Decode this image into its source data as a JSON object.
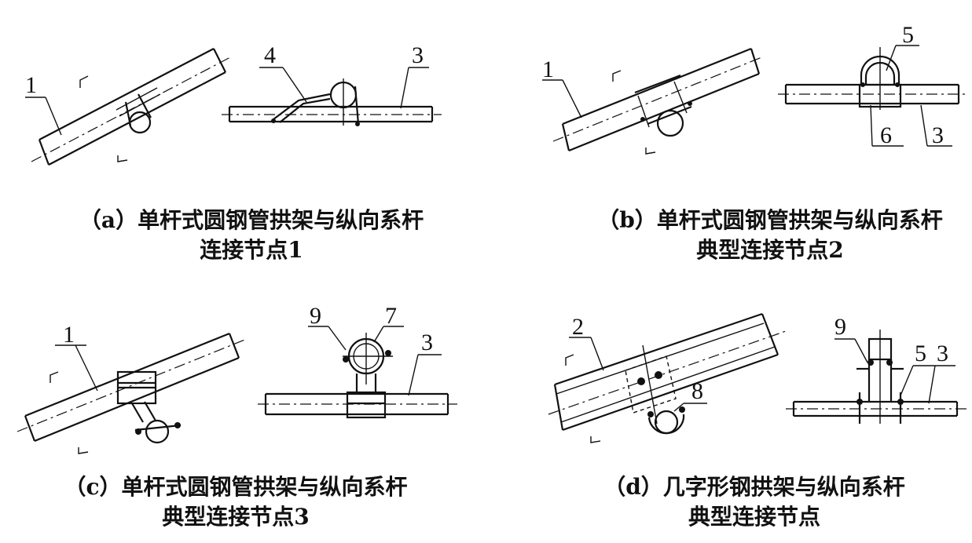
{
  "panels": [
    {
      "id": "a",
      "caption_line1": "（a）单杆式圆钢管拱架与纵向系杆",
      "caption_line2": "连接节点1",
      "labels": [
        "1",
        "4",
        "3"
      ]
    },
    {
      "id": "b",
      "caption_line1": "（b）单杆式圆钢管拱架与纵向系杆",
      "caption_line2": "典型连接节点2",
      "labels": [
        "1",
        "5",
        "6",
        "3"
      ]
    },
    {
      "id": "c",
      "caption_line1": "（c）单杆式圆钢管拱架与纵向系杆",
      "caption_line2": "典型连接节点3",
      "labels": [
        "1",
        "9",
        "7",
        "3"
      ]
    },
    {
      "id": "d",
      "caption_line1": "（d）几字形钢拱架与纵向系杆",
      "caption_line2": "典型连接节点",
      "labels": [
        "2",
        "8",
        "9",
        "5",
        "3"
      ]
    }
  ]
}
